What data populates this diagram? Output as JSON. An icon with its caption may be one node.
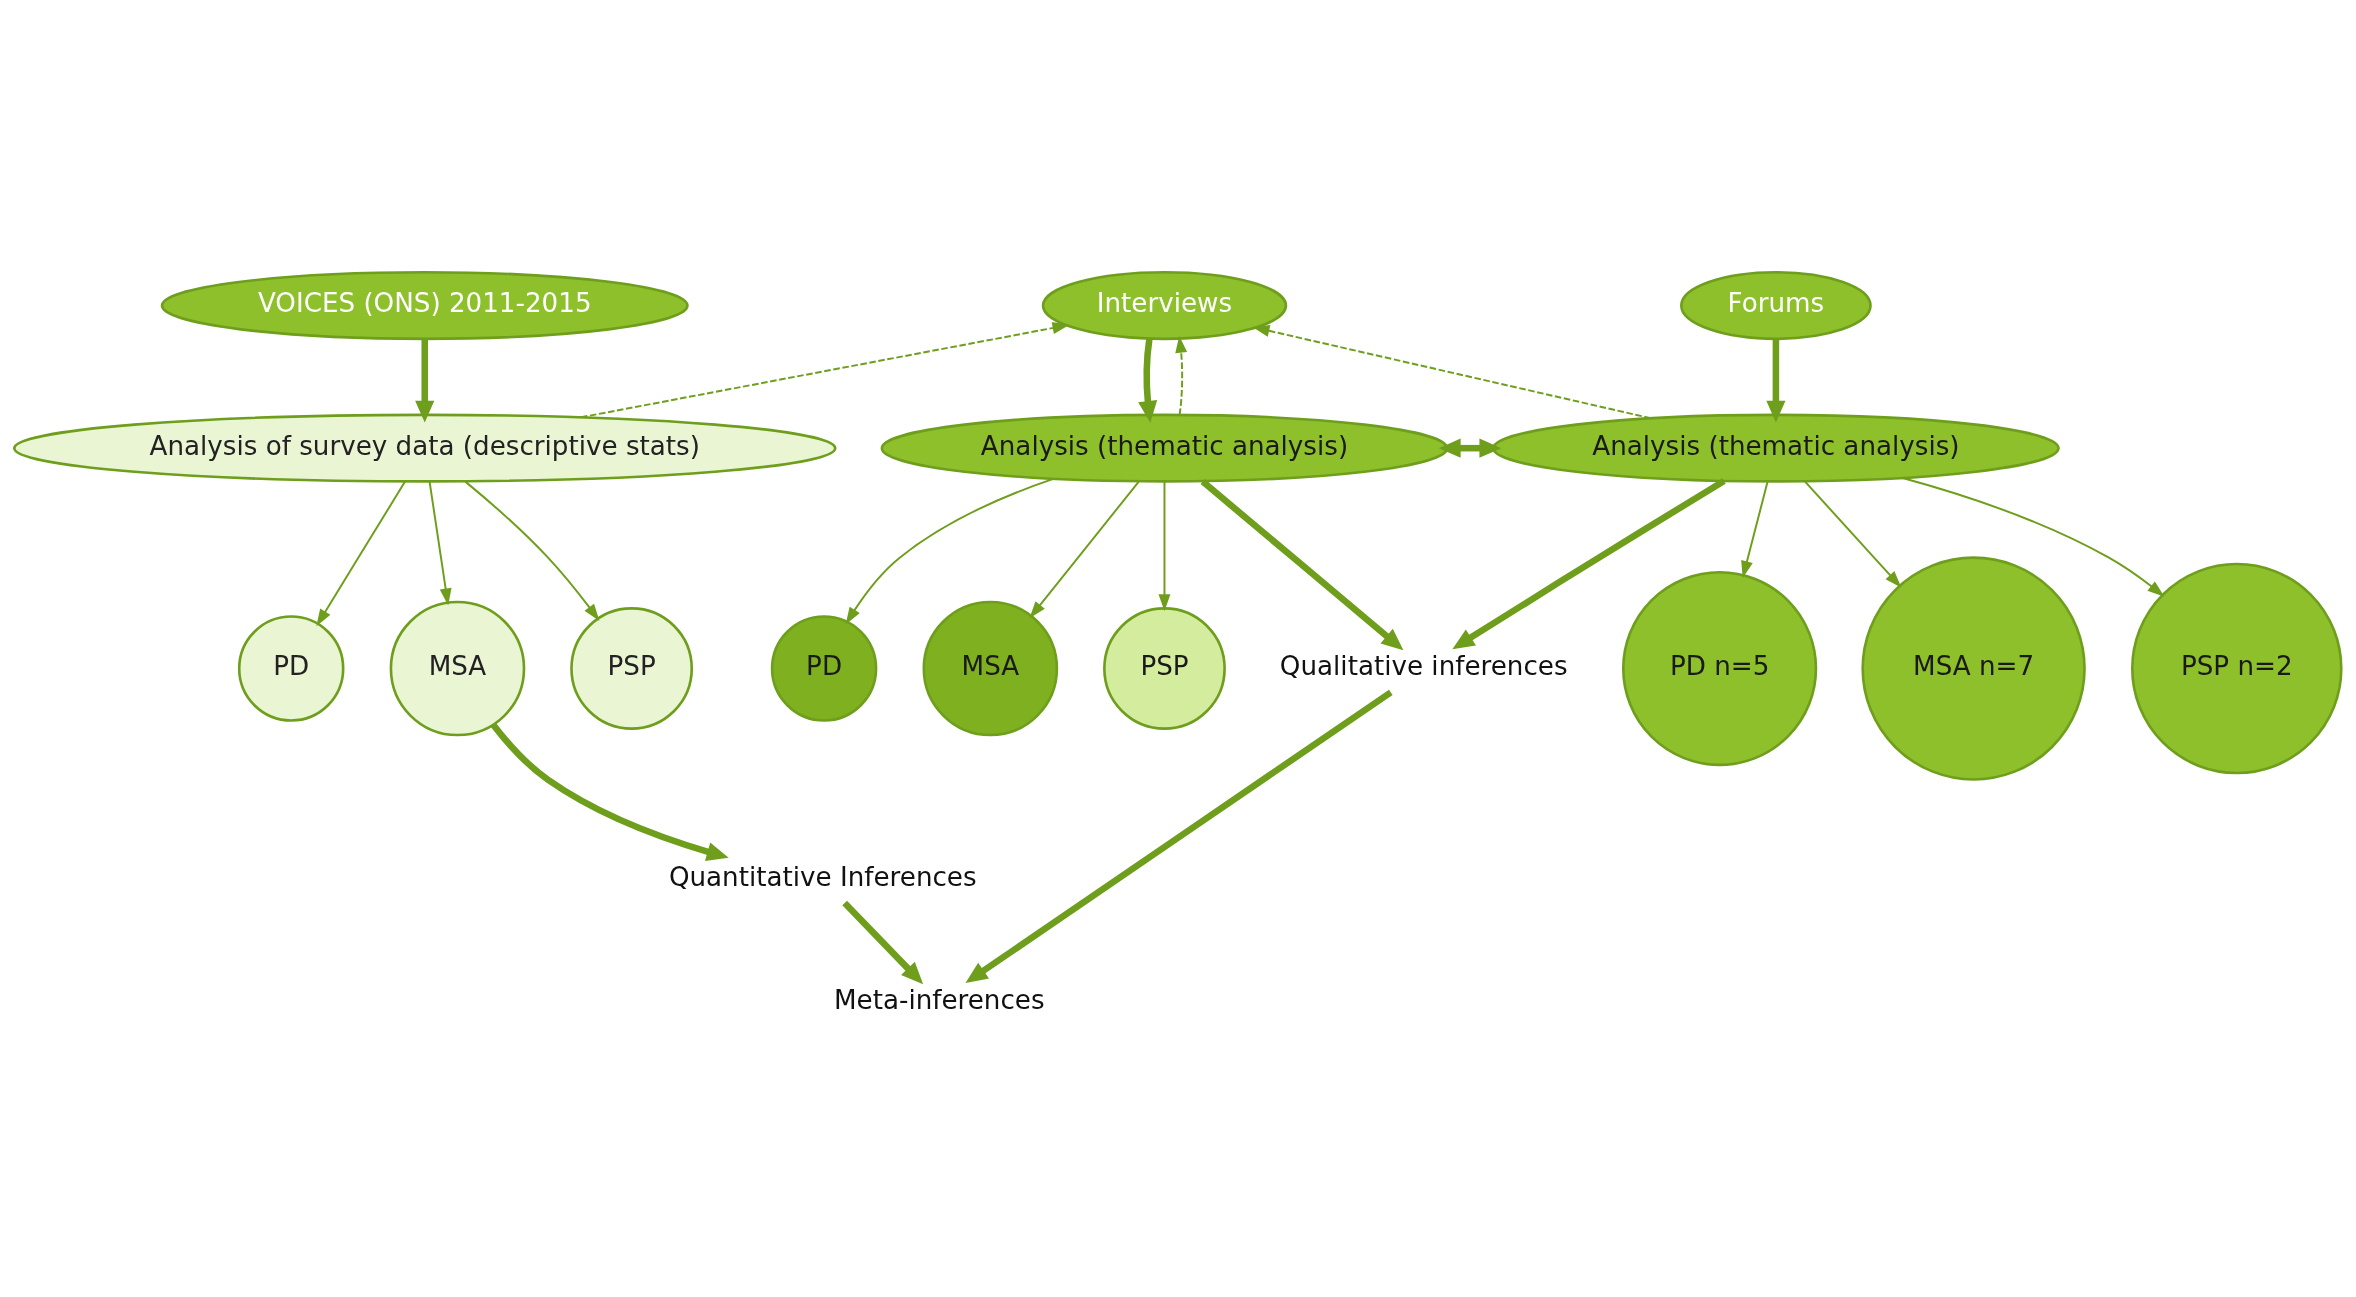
{
  "diagram": {
    "nodes": [
      {
        "text": [
          "VOICES (ONS) 2011-2015"
        ]
      },
      {
        "text": [
          "Interviews"
        ]
      },
      {
        "text": [
          "Forums"
        ]
      },
      {
        "text": [
          "Analysis of survey data (descriptive stats)"
        ]
      },
      {
        "text": [
          "PD"
        ]
      },
      {
        "text": [
          "MSA"
        ]
      },
      {
        "text": [
          "PSP"
        ]
      },
      {
        "text": [
          "Quantitative Inferences"
        ]
      },
      {
        "text": [
          "Analysis (thematic analysis)"
        ]
      },
      {
        "text": [
          "PD"
        ]
      },
      {
        "text": [
          "MSA"
        ]
      },
      {
        "text": [
          "PSP"
        ]
      },
      {
        "text": [
          "Analysis (thematic analysis)"
        ]
      },
      {
        "text": [
          "PD n=5"
        ]
      },
      {
        "text": [
          "MSA n=7"
        ]
      },
      {
        "text": [
          "PSP n=2"
        ]
      },
      {
        "text": [
          "Qualitative inferences"
        ]
      },
      {
        "text": [
          "Meta-inferences"
        ]
      }
    ],
    "edges": [
      {
        "from": 0,
        "to": 3,
        "arrow": "to",
        "style": "thick"
      },
      {
        "from": 3,
        "to": 1,
        "arrow": "to",
        "style": "dashed"
      },
      {
        "from": 8,
        "to": 1,
        "arrow": "to",
        "style": "dashed"
      },
      {
        "from": 12,
        "to": 1,
        "arrow": "to",
        "style": "dashed"
      },
      {
        "from": 1,
        "to": 8,
        "arrow": "to",
        "style": "thick"
      },
      {
        "from": 2,
        "to": 12,
        "arrow": "to",
        "style": "thick"
      },
      {
        "from": 8,
        "to": 12,
        "arrow": "both",
        "style": "thick"
      },
      {
        "from": 3,
        "to": 4,
        "arrow": "to"
      },
      {
        "from": 3,
        "to": 5,
        "arrow": "to"
      },
      {
        "from": 3,
        "to": 6,
        "arrow": "to"
      },
      {
        "from": 8,
        "to": 9,
        "arrow": "to"
      },
      {
        "from": 8,
        "to": 10,
        "arrow": "to"
      },
      {
        "from": 8,
        "to": 11,
        "arrow": "to"
      },
      {
        "from": 12,
        "to": 13,
        "arrow": "to"
      },
      {
        "from": 12,
        "to": 14,
        "arrow": "to"
      },
      {
        "from": 12,
        "to": 15,
        "arrow": "to"
      },
      {
        "from": 5,
        "to": 7,
        "arrow": "to",
        "style": "thick"
      },
      {
        "from": 8,
        "to": 16,
        "arrow": "to",
        "style": "thick"
      },
      {
        "from": 12,
        "to": 16,
        "arrow": "to",
        "style": "thick"
      },
      {
        "from": 7,
        "to": 17,
        "arrow": "to",
        "style": "thick"
      },
      {
        "from": 16,
        "to": 17,
        "arrow": "to",
        "style": "thick"
      }
    ]
  }
}
